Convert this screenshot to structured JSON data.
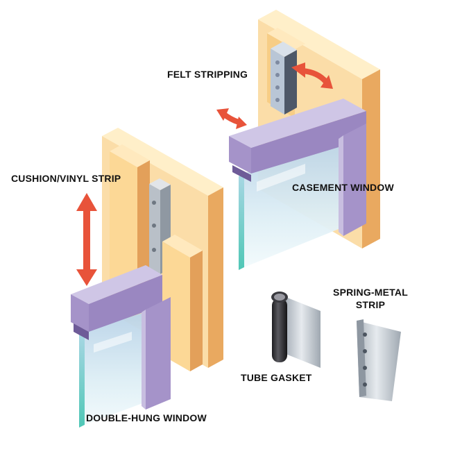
{
  "labels": {
    "felt_stripping": "FELT STRIPPING",
    "cushion_vinyl_strip": "CUSHION/VINYL STRIP",
    "casement_window": "CASEMENT WINDOW",
    "spring_metal_strip_line1": "SPRING-METAL",
    "spring_metal_strip_line2": "STRIP",
    "tube_gasket": "TUBE GASKET",
    "double_hung_window": "DOUBLE-HUNG WINDOW"
  },
  "colors": {
    "frame_face": "#FBDDA8",
    "frame_side": "#E9A960",
    "sash_top": "#CFC6E6",
    "sash_front": "#A593C9",
    "sash_dark": "#7E6AA8",
    "glass": "#CFE6F1",
    "glass_edge": "#6FD3C6",
    "arrow": "#E8533A",
    "metal": "#C5CCD3",
    "tube": "#2B2B2E"
  }
}
